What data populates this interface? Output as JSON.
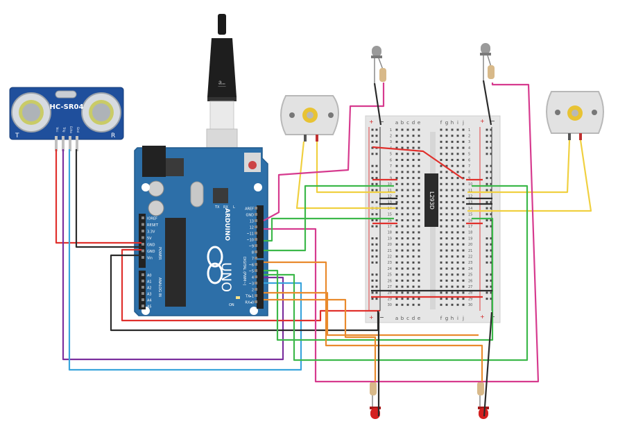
{
  "sensor": {
    "name": "HC-SR04",
    "t_label": "T",
    "r_label": "R",
    "pins": [
      "Vcc",
      "Trig",
      "Echo",
      "Gnd"
    ]
  },
  "arduino": {
    "brand": "ARDUINO",
    "model": "UNO",
    "on_label": "ON",
    "tx_label": "TX",
    "rx_label": "RX",
    "l_label": "L",
    "power_header": [
      "IOREF",
      "RESET",
      "3.3V",
      "5V",
      "GND",
      "GND",
      "Vin"
    ],
    "power_label": "POWER",
    "analog_header": [
      "A0",
      "A1",
      "A2",
      "A3",
      "A4",
      "A5"
    ],
    "analog_label": "ANALOG IN",
    "digital_header": [
      "AREF",
      "GND",
      "13",
      "12",
      "~11",
      "~10",
      "~9",
      "8",
      "7",
      "~6",
      "~5",
      "4",
      "~3",
      "2",
      "TX▸1",
      "RX◂0"
    ],
    "digital_label": "DIGITAL (PWM~)"
  },
  "breadboard": {
    "cols_left": [
      "a",
      "b",
      "c",
      "d",
      "e"
    ],
    "cols_right": [
      "f",
      "g",
      "h",
      "i",
      "j"
    ],
    "rows": 30,
    "plus": "+",
    "minus": "−"
  },
  "chip": {
    "name": "L293D"
  },
  "colors": {
    "red": "#e0302c",
    "black": "#2a2a2a",
    "purple": "#7b2f9e",
    "blue": "#3aa4dc",
    "green": "#3cb84a",
    "orange": "#e98a2c",
    "yellow": "#f0d040",
    "magenta": "#d63a8e",
    "board_blue": "#2d6fa8",
    "sensor_blue": "#1f4f9c"
  }
}
